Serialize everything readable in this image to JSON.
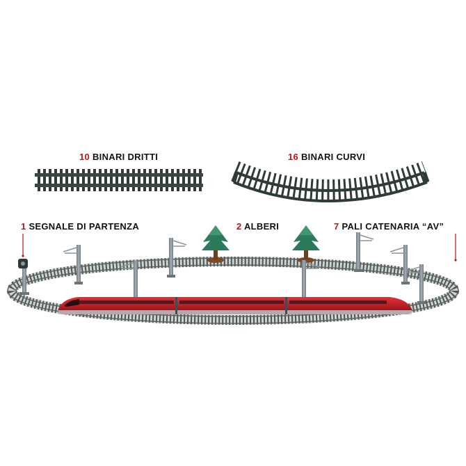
{
  "labels": {
    "straight": {
      "count": "10",
      "text": "BINARI DRITTI"
    },
    "curved": {
      "count": "16",
      "text": "BINARI CURVI"
    },
    "signal": {
      "count": "1",
      "text": "SEGNALE DI PARTENZA"
    },
    "trees": {
      "count": "2",
      "text": "ALBERI"
    },
    "poles": {
      "count": "7",
      "text": "PALI CATENARIA “AV”"
    }
  },
  "colors": {
    "label_number": "#c0121b",
    "label_text": "#111111",
    "track": "#2f3b37",
    "train_red": "#c8232b",
    "pole": "#8a949c",
    "tree": "#2b7a5a"
  }
}
